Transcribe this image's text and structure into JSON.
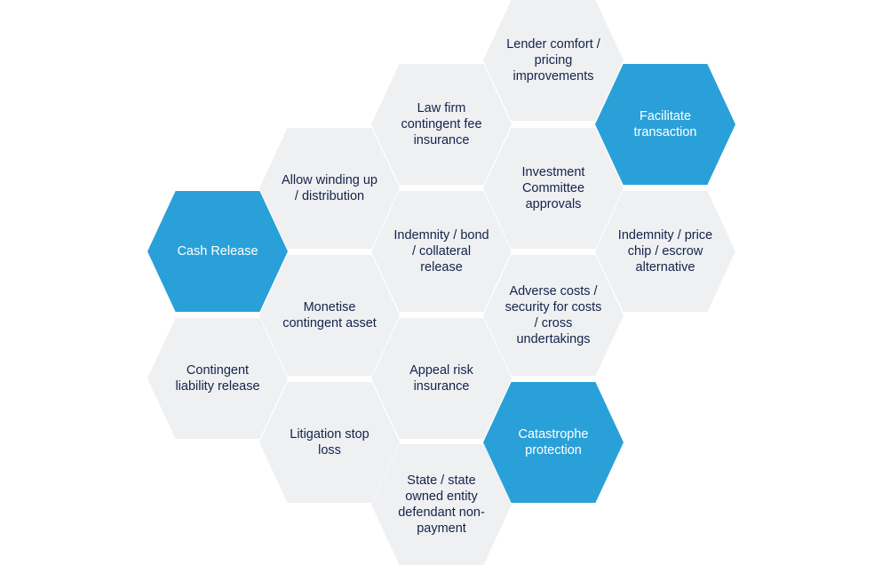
{
  "colors": {
    "grey_hex": "#eff0f2",
    "blue_hex": "#2aa0d8",
    "text_dark": "#15234a",
    "text_light": "#ffffff"
  },
  "hexagons": {
    "lender_comfort": {
      "label": "Lender comfort / pricing improvements",
      "style": "grey"
    },
    "law_firm": {
      "label": "Law firm contingent fee insurance",
      "style": "grey"
    },
    "facilitate_transaction": {
      "label": "Facilitate transaction",
      "style": "blue"
    },
    "allow_winding_up": {
      "label": "Allow winding up / distribution",
      "style": "grey"
    },
    "investment_committee": {
      "label": "Investment Committee approvals",
      "style": "grey"
    },
    "cash_release": {
      "label": "Cash Release",
      "style": "blue"
    },
    "indemnity_bond": {
      "label": "Indemnity / bond / collateral release",
      "style": "grey"
    },
    "indemnity_price_chip": {
      "label": "Indemnity / price chip / escrow alternative",
      "style": "grey"
    },
    "monetise": {
      "label": "Monetise contingent asset",
      "style": "grey"
    },
    "adverse_costs": {
      "label": "Adverse costs / security for costs / cross undertakings",
      "style": "grey"
    },
    "contingent_liability": {
      "label": "Contingent liability release",
      "style": "grey"
    },
    "appeal_risk": {
      "label": "Appeal risk insurance",
      "style": "grey"
    },
    "litigation_stop_loss": {
      "label": "Litigation stop loss",
      "style": "grey"
    },
    "catastrophe_protection": {
      "label": "Catastrophe protection",
      "style": "blue"
    },
    "state_owned": {
      "label": "State / state owned entity defendant non-payment",
      "style": "grey"
    }
  }
}
